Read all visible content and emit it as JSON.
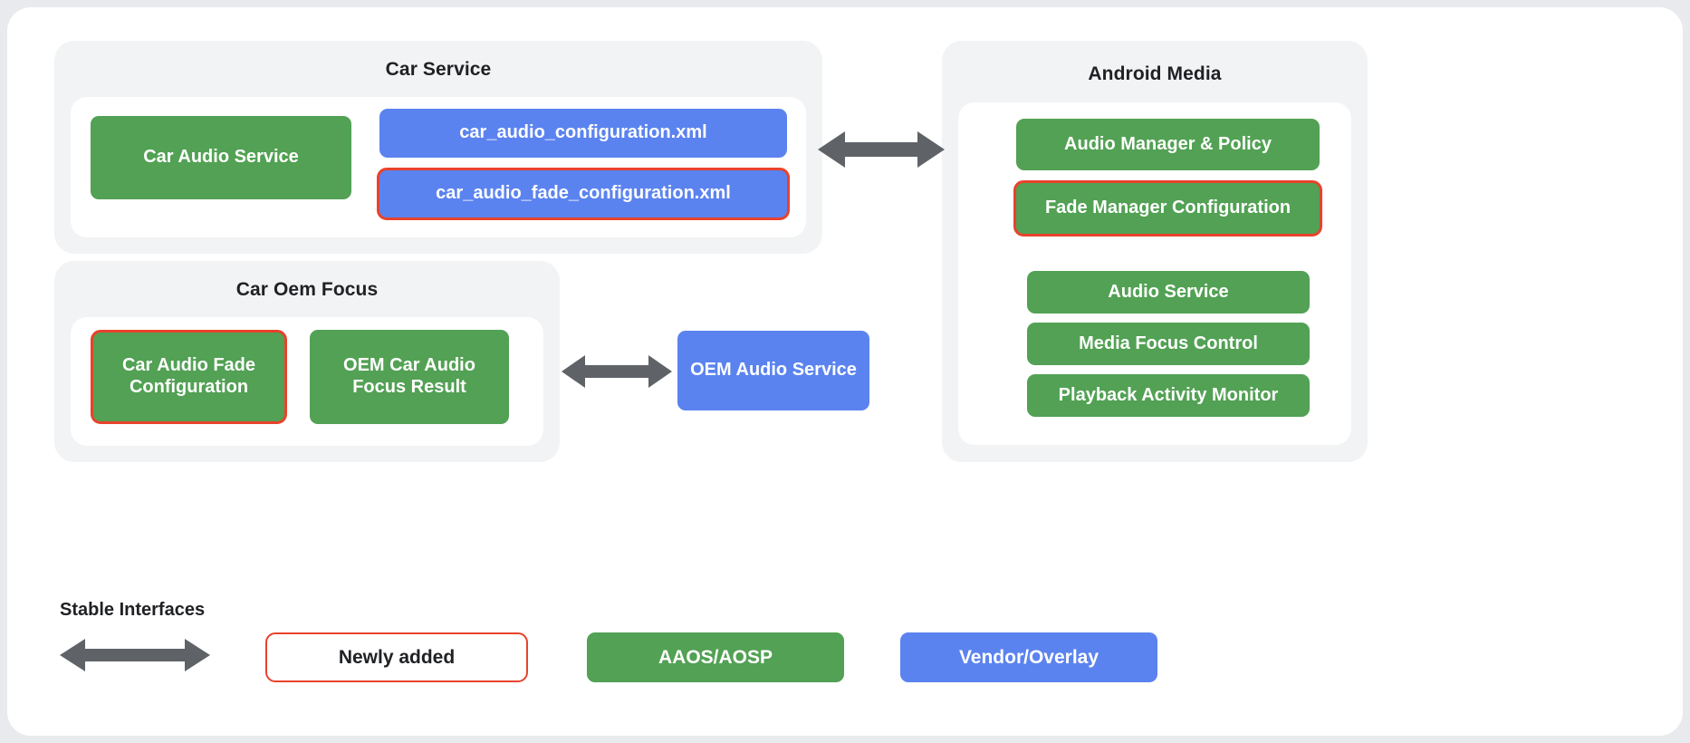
{
  "diagram": {
    "groups": {
      "car_service": {
        "title": "Car Service",
        "nodes": {
          "car_audio_service": "Car Audio Service",
          "car_audio_configuration_xml": "car_audio_configuration.xml",
          "car_audio_fade_configuration_xml": "car_audio_fade_configuration.xml"
        }
      },
      "car_oem_focus": {
        "title": "Car Oem Focus",
        "nodes": {
          "car_audio_fade_configuration": "Car Audio Fade Configuration",
          "oem_car_audio_focus_result": "OEM Car Audio Focus Result"
        }
      },
      "android_media": {
        "title": "Android Media",
        "nodes": {
          "audio_manager_policy": "Audio Manager & Policy",
          "fade_manager_configuration": "Fade Manager Configuration",
          "audio_service": "Audio Service",
          "media_focus_control": "Media Focus Control",
          "playback_activity_monitor": "Playback Activity Monitor"
        }
      }
    },
    "standalone": {
      "oem_audio_service": "OEM Audio Service"
    },
    "connectors": [
      {
        "name": "car-service-to-android-media",
        "type": "double-arrow"
      },
      {
        "name": "car-oem-focus-to-oem-audio-service",
        "type": "double-arrow"
      }
    ],
    "legend": {
      "stable_interfaces_label": "Stable Interfaces",
      "stable_interfaces_icon": "double-arrow-icon",
      "newly_added": "Newly added",
      "aaos_aosp": "AAOS/AOSP",
      "vendor_overlay": "Vendor/Overlay"
    },
    "colors": {
      "green": "#52a154",
      "blue": "#5b83ef",
      "highlight_red": "#e8422c",
      "group_gray": "#f1f3f4",
      "arrow_gray": "#5f6368",
      "page_background": "#e8eaed",
      "card_white": "#ffffff",
      "text_dark": "#202124"
    }
  }
}
